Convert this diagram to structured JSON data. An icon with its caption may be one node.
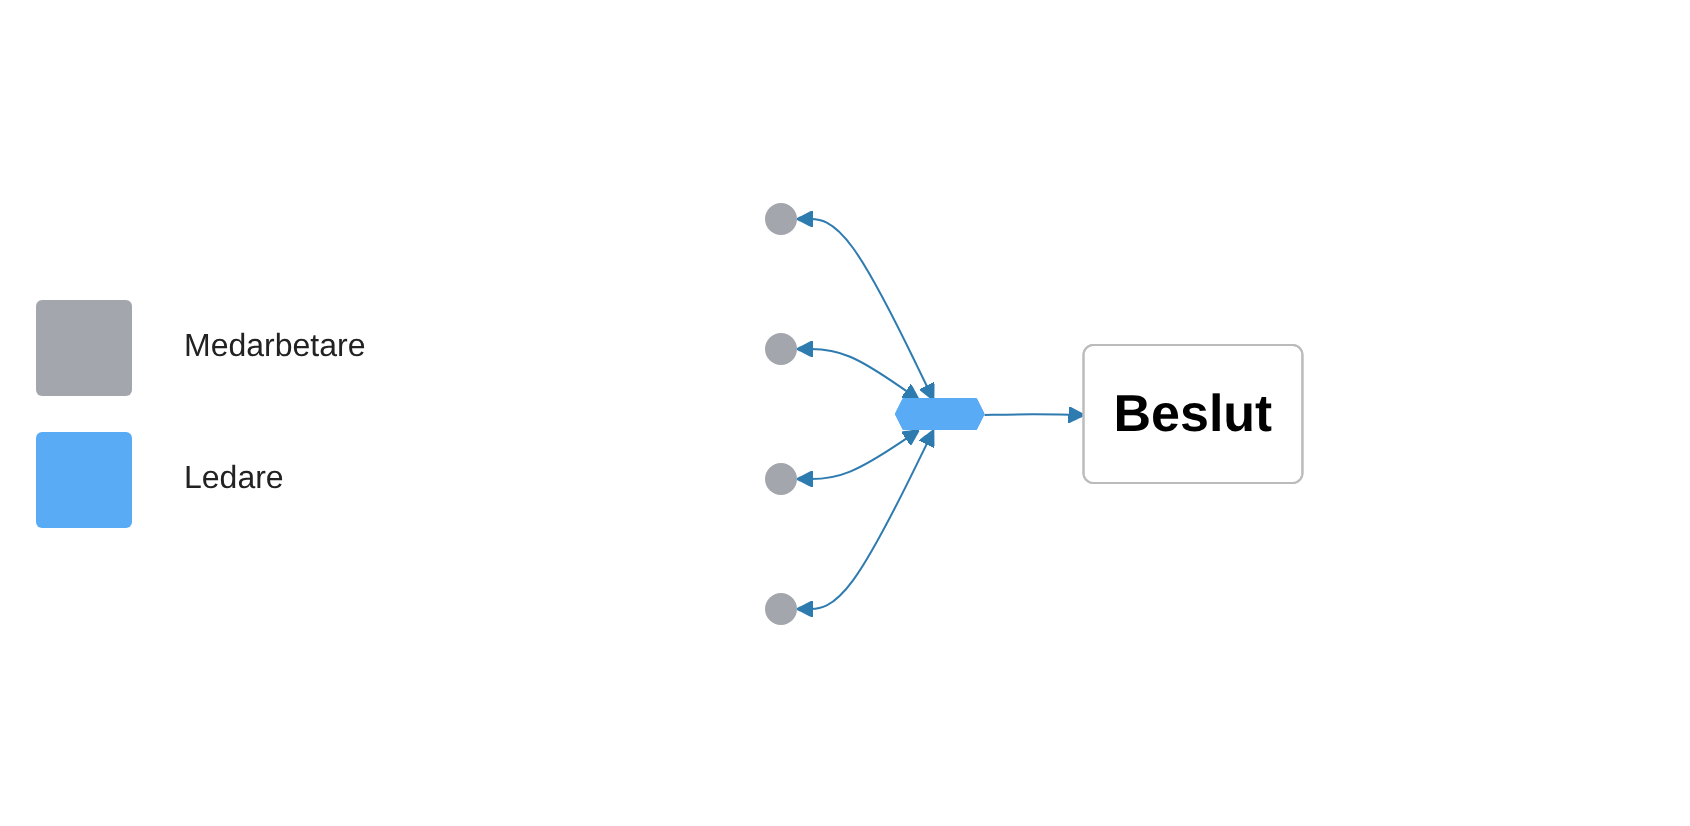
{
  "diagram": {
    "nodes": [
      {
        "text": [],
        "shape": "circle"
      },
      {
        "text": [],
        "shape": "circle"
      },
      {
        "text": [],
        "shape": "star"
      },
      {
        "text": [
          "Beslut"
        ]
      },
      {
        "text": [],
        "shape": "circle"
      },
      {
        "text": [],
        "shape": "circle"
      }
    ],
    "edges": [
      {
        "from": 0,
        "to": 2,
        "arrow": "both"
      },
      {
        "from": 1,
        "to": 2,
        "arrow": "both"
      },
      {
        "from": 2,
        "to": 3,
        "arrow": "to"
      },
      {
        "from": 4,
        "to": 2,
        "arrow": "both"
      },
      {
        "from": 5,
        "to": 2,
        "arrow": "both"
      }
    ],
    "legend": [
      {
        "text": "Medarbetare",
        "color": "#a3a6ac"
      },
      {
        "text": "Ledare",
        "color": "#5aabf5"
      }
    ]
  }
}
